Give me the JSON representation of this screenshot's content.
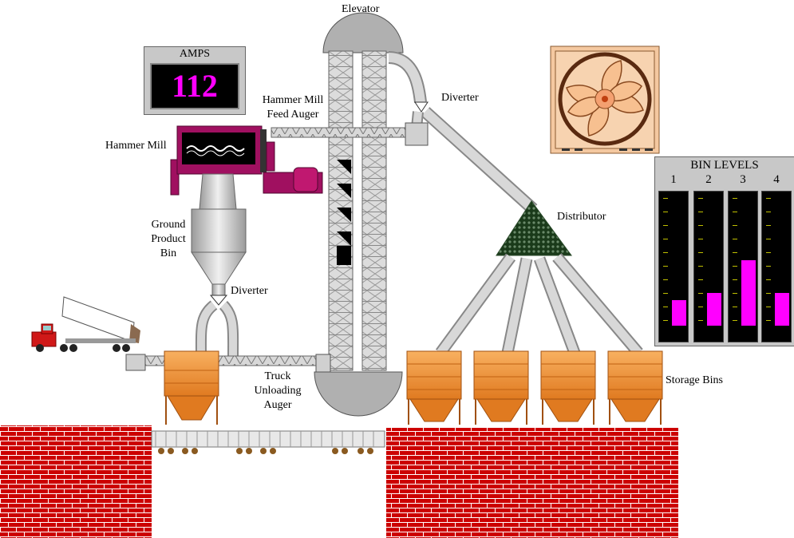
{
  "labels": {
    "elevator": "Elevator",
    "diverter_top": "Diverter",
    "hammer_mill_feed_auger_1": "Hammer Mill",
    "hammer_mill_feed_auger_2": "Feed Auger",
    "hammer_mill": "Hammer Mill",
    "ground_product_bin_1": "Ground",
    "ground_product_bin_2": "Product",
    "ground_product_bin_3": "Bin",
    "diverter_lower": "Diverter",
    "distributor": "Distributor",
    "truck_unloading_auger_1": "Truck",
    "truck_unloading_auger_2": "Unloading",
    "truck_unloading_auger_3": "Auger",
    "storage_bins": "Storage Bins"
  },
  "amps_meter": {
    "title": "AMPS",
    "value": "112",
    "color": "#ff00ff"
  },
  "bin_levels": {
    "title": "BIN LEVELS",
    "bins": [
      {
        "label": "1",
        "level_fraction": 0.19
      },
      {
        "label": "2",
        "level_fraction": 0.24
      },
      {
        "label": "3",
        "level_fraction": 0.48
      },
      {
        "label": "4",
        "level_fraction": 0.24
      }
    ],
    "fill_color": "#ff00ff"
  },
  "icons": {
    "fan": "ventilation-fan-icon",
    "truck": "dump-truck-icon",
    "railcar": "hopper-railcar-icon"
  },
  "colors": {
    "brick": "#cc0000",
    "bin_orange": "#f5a040",
    "hammer_mill": "#a01060",
    "steel": "#c8c8c8"
  }
}
